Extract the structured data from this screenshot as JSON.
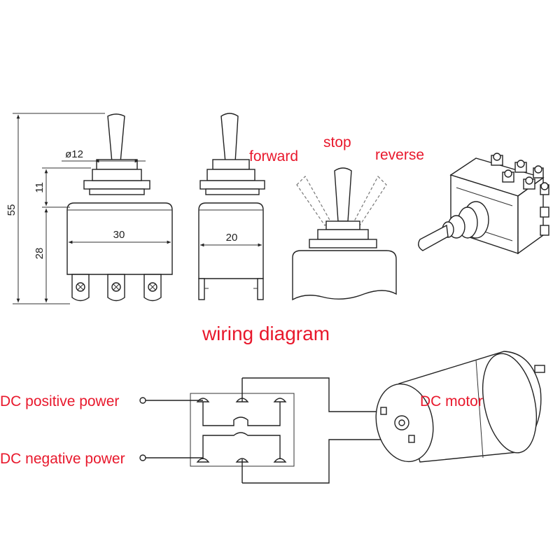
{
  "dimensions": {
    "overall_height": "55",
    "bushing_height": "11",
    "body_height": "28",
    "bushing_diameter": "ø12",
    "body_width": "30",
    "body_depth": "20"
  },
  "positions": {
    "forward": "forward",
    "stop": "stop",
    "reverse": "reverse"
  },
  "section_title": "wiring diagram",
  "wiring": {
    "positive": "DC positive power",
    "negative": "DC negative power",
    "motor": "DC motor"
  },
  "colors": {
    "label_red": "#e8182c",
    "line": "#222222"
  }
}
